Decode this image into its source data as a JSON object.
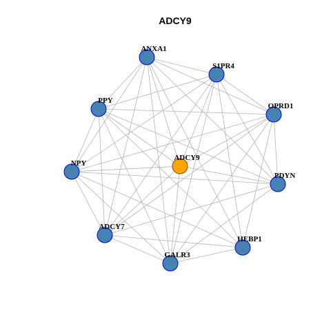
{
  "diagram": {
    "title": "ADCY9",
    "colors": {
      "hub_fill": "#FFA500",
      "hub_stroke": "#8B4513",
      "node_fill": "#4682B4",
      "node_stroke": "#0000CD",
      "edge": "#B3B3B3"
    },
    "nodes": [
      {
        "id": "ANXA1",
        "label": "ANXA1",
        "hub": false
      },
      {
        "id": "S1PR4",
        "label": "S1PR4",
        "hub": false
      },
      {
        "id": "OPRD1",
        "label": "OPRD1",
        "hub": false
      },
      {
        "id": "PDYN",
        "label": "PDYN",
        "hub": false
      },
      {
        "id": "HEBP1",
        "label": "HEBP1",
        "hub": false
      },
      {
        "id": "GALR3",
        "label": "GALR3",
        "hub": false
      },
      {
        "id": "ADCY7",
        "label": "ADCY7",
        "hub": false
      },
      {
        "id": "NPY",
        "label": "NPY",
        "hub": false
      },
      {
        "id": "PPY",
        "label": "PPY",
        "hub": false
      },
      {
        "id": "ADCY9",
        "label": "ADCY9",
        "hub": true
      }
    ],
    "edges": [
      [
        "ANXA1",
        "S1PR4"
      ],
      [
        "ANXA1",
        "OPRD1"
      ],
      [
        "ANXA1",
        "PPY"
      ],
      [
        "ANXA1",
        "NPY"
      ],
      [
        "ANXA1",
        "ADCY7"
      ],
      [
        "ANXA1",
        "GALR3"
      ],
      [
        "ANXA1",
        "HEBP1"
      ],
      [
        "ANXA1",
        "PDYN"
      ],
      [
        "ANXA1",
        "ADCY9"
      ],
      [
        "S1PR4",
        "OPRD1"
      ],
      [
        "S1PR4",
        "PPY"
      ],
      [
        "S1PR4",
        "NPY"
      ],
      [
        "S1PR4",
        "ADCY7"
      ],
      [
        "S1PR4",
        "GALR3"
      ],
      [
        "S1PR4",
        "HEBP1"
      ],
      [
        "S1PR4",
        "PDYN"
      ],
      [
        "S1PR4",
        "ADCY9"
      ],
      [
        "OPRD1",
        "PPY"
      ],
      [
        "OPRD1",
        "NPY"
      ],
      [
        "OPRD1",
        "ADCY7"
      ],
      [
        "OPRD1",
        "GALR3"
      ],
      [
        "OPRD1",
        "HEBP1"
      ],
      [
        "OPRD1",
        "PDYN"
      ],
      [
        "OPRD1",
        "ADCY9"
      ],
      [
        "PDYN",
        "PPY"
      ],
      [
        "PDYN",
        "NPY"
      ],
      [
        "PDYN",
        "ADCY7"
      ],
      [
        "PDYN",
        "GALR3"
      ],
      [
        "PDYN",
        "ADCY9"
      ],
      [
        "HEBP1",
        "PPY"
      ],
      [
        "HEBP1",
        "NPY"
      ],
      [
        "HEBP1",
        "ADCY7"
      ],
      [
        "HEBP1",
        "GALR3"
      ],
      [
        "GALR3",
        "PPY"
      ],
      [
        "GALR3",
        "NPY"
      ],
      [
        "GALR3",
        "ADCY7"
      ],
      [
        "GALR3",
        "ADCY9"
      ],
      [
        "ADCY7",
        "PPY"
      ],
      [
        "ADCY7",
        "NPY"
      ],
      [
        "ADCY7",
        "ADCY9"
      ],
      [
        "NPY",
        "PPY"
      ],
      [
        "NPY",
        "ADCY9"
      ],
      [
        "PPY",
        "ADCY9"
      ]
    ]
  }
}
